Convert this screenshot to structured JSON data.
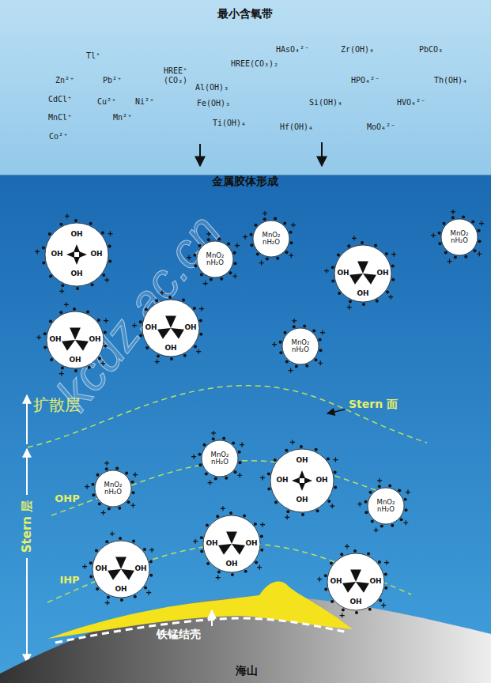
{
  "diagram": {
    "title": "最小含氧带",
    "nodes": [
      {
        "text": [
          "OH",
          "OH",
          "OH",
          "OH"
        ]
      },
      {
        "text": [
          "MnO₂ nH₂O"
        ]
      },
      {
        "text": [
          "MnO₂ nH₂O"
        ]
      },
      {
        "text": [
          "OH",
          "OH",
          "OH"
        ]
      },
      {
        "text": [
          "MnO₂ nH₂O"
        ]
      },
      {
        "text": [
          "OH",
          "OH",
          "OH"
        ]
      },
      {
        "text": [
          "OH",
          "OH",
          "OH"
        ]
      },
      {
        "text": [
          "MnO₂ nH₂O"
        ]
      },
      {
        "text": [
          "MnO₂ nH₂O"
        ]
      },
      {
        "text": [
          "OH",
          "OH",
          "OH",
          "OH"
        ]
      },
      {
        "text": [
          "MnO₂ nH₂O"
        ]
      },
      {
        "text": [
          "MnO₂ nH₂O"
        ]
      },
      {
        "text": [
          "OH",
          "OH",
          "OH"
        ]
      },
      {
        "text": [
          "OH",
          "OH",
          "OH"
        ]
      },
      {
        "text": [
          "OH",
          "OH",
          "OH"
        ]
      }
    ],
    "labels": [
      "Tl⁺",
      "HREE⁺ (CO₃)",
      "HAsO₄²⁻",
      "Zr(OH)₄",
      "PbCO₃",
      "HREE(CO₃)₂",
      "Zn²⁺",
      "Pb²⁺",
      "Al(OH)₃",
      "HPO₄²⁻",
      "Th(OH)₄",
      "CdCl⁺",
      "Cu²⁺",
      "Ni²⁺",
      "Fe(OH)₃",
      "Si(OH)₄",
      "HVO₄²⁻",
      "MnCl⁺",
      "Mn²⁺",
      "Ti(OH)₄",
      "Hf(OH)₄",
      "MoO₄²⁻",
      "Co²⁺",
      "金属胶体形成",
      "kcdz.ac.cn",
      "扩散层",
      "Stern 面",
      "OHP",
      "IHP",
      "Stern 层",
      "铁锰结壳",
      "海山"
    ]
  }
}
